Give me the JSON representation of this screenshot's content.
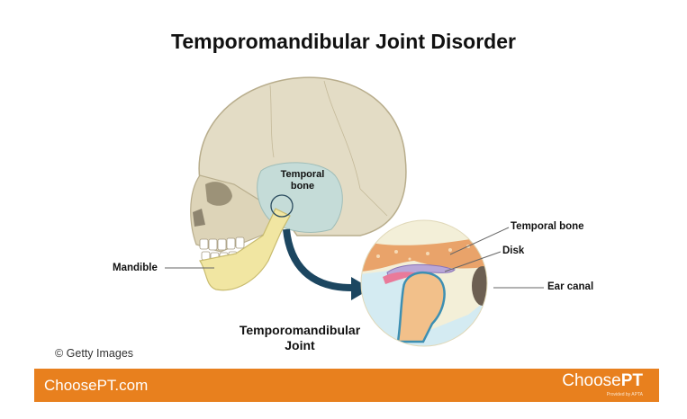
{
  "title": "Temporomandibular Joint Disorder",
  "labels": {
    "temporal_bone_skull": "Temporal bone",
    "mandible": "Mandible",
    "temporal_bone_inset": "Temporal bone",
    "disk": "Disk",
    "ear_canal": "Ear canal",
    "tmj": "Temporomandibular Joint"
  },
  "copyright": "© Getty Images",
  "footer": {
    "url": "ChoosePT.com",
    "brand_light": "Choose",
    "brand_bold": "PT",
    "brand_sub": "Provided by APTA"
  },
  "colors": {
    "skull": "#e3dcc5",
    "temporal": "#c5dcd8",
    "mandible": "#f1e6a2",
    "footer": "#e8801e",
    "arrow": "#1c4660"
  }
}
